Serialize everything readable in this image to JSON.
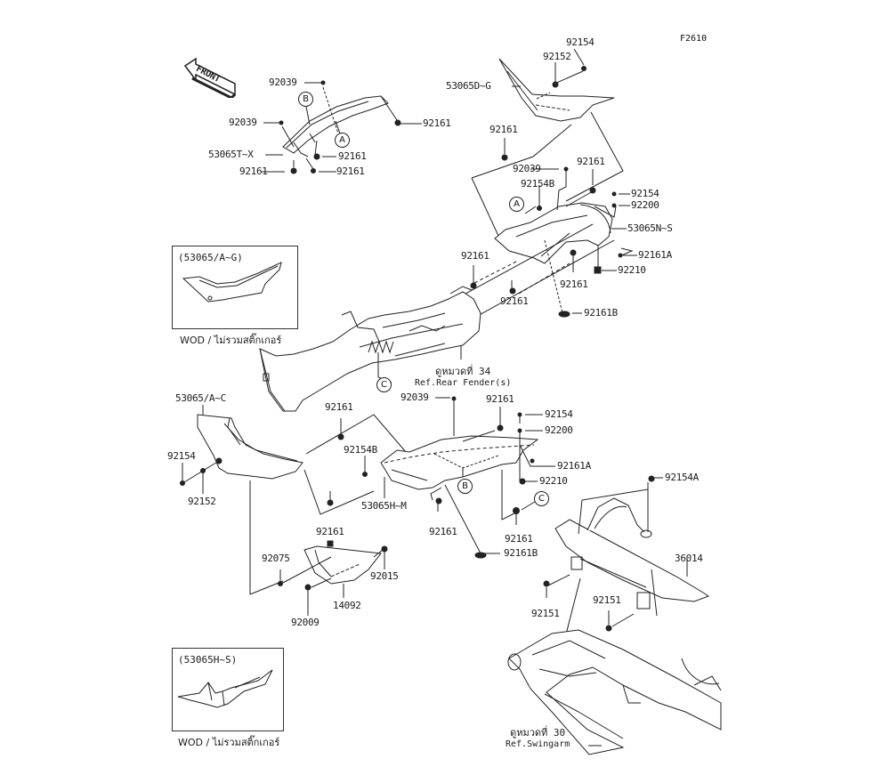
{
  "figure_id": "F2610",
  "front_arrow": {
    "label": "FRONT",
    "icon": "front-direction-arrow"
  },
  "insets": [
    {
      "caption": "(53065/A~G)",
      "note": "WOD / ไม่รวมสติ๊กเกอร์"
    },
    {
      "caption": "(53065H~S)",
      "note": "WOD / ไม่รวมสติ๊กเกอร์"
    }
  ],
  "references": [
    {
      "thai": "ดูหมวดที่ 34",
      "english": "Ref.Rear Fender(s)"
    },
    {
      "thai": "ดูหมวดที่ 30",
      "english": "Ref.Swingarm"
    }
  ],
  "callouts": {
    "A": "A",
    "B": "B",
    "C": "C"
  },
  "part_labels": {
    "p_92154_top": "92154",
    "p_92152_top": "92152",
    "p_53065D_G": "53065D~G",
    "p_92039_a": "92039",
    "p_92161_a": "92161",
    "p_92039_b": "92039",
    "p_53065T_X": "53065T~X",
    "p_92161_b": "92161",
    "p_92161_c": "92161",
    "p_92161_d": "92161",
    "p_92161_e": "92161",
    "p_92039_c": "92039",
    "p_92161_f": "92161",
    "p_92154B_a": "92154B",
    "p_92154_b": "92154",
    "p_92200_a": "92200",
    "p_53065N_S": "53065N~S",
    "p_92161A_a": "92161A",
    "p_92210_a": "92210",
    "p_92161_g": "92161",
    "p_92161_h": "92161",
    "p_92161_i": "92161",
    "p_92161B_a": "92161B",
    "p_53065_A_C": "53065/A~C",
    "p_92039_d": "92039",
    "p_92161_j": "92161",
    "p_92161_k": "92161",
    "p_92154_c": "92154",
    "p_92200_b": "92200",
    "p_92154_d": "92154",
    "p_92154B_b": "92154B",
    "p_92161A_b": "92161A",
    "p_92210_b": "92210",
    "p_92152_b": "92152",
    "p_53065H_M": "53065H~M",
    "p_92154A": "92154A",
    "p_92161_l": "92161",
    "p_92161_m": "92161",
    "p_92161_n": "92161",
    "p_36014": "36014",
    "p_92161B_b": "92161B",
    "p_92075": "92075",
    "p_92015": "92015",
    "p_92151_a": "92151",
    "p_92151_b": "92151",
    "p_14092": "14092",
    "p_92009": "92009"
  }
}
